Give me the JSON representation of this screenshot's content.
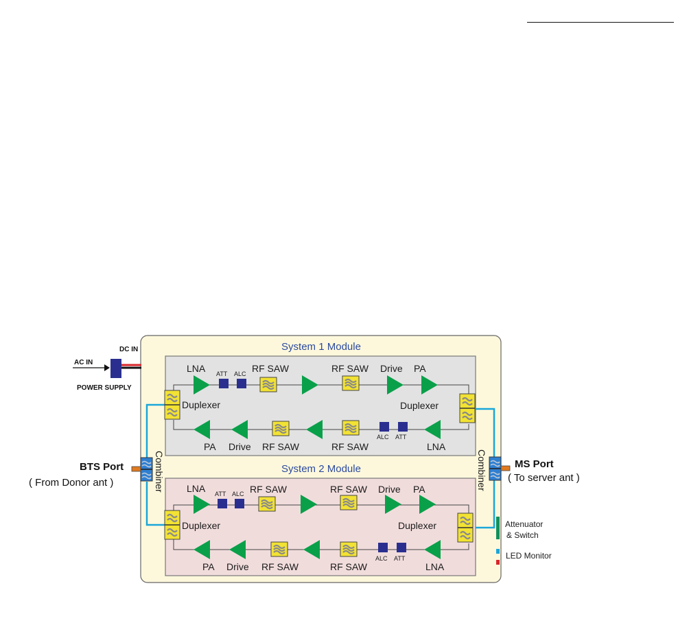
{
  "modules": {
    "m1_title": "System 1  Module",
    "m2_title": "System 2  Module"
  },
  "power": {
    "dc_in": "DC IN",
    "ac_in": "AC IN",
    "supply": "POWER SUPPLY"
  },
  "ports": {
    "bts_name": "BTS Port",
    "bts_sub": "( From Donor ant )",
    "ms_name": "MS Port",
    "ms_sub": "( To server ant )",
    "combiner": "Combiner"
  },
  "labels": {
    "lna": "LNA",
    "att": "ATT",
    "alc": "ALC",
    "rf_saw": "RF SAW",
    "drive": "Drive",
    "pa": "PA",
    "duplexer": "Duplexer"
  },
  "legend": {
    "attenuator_l1": "Attenuator",
    "attenuator_l2": "& Switch",
    "led": "LED Monitor"
  },
  "colors": {
    "amp": "#0aa04a",
    "att_box": "#2a2f8f",
    "filter_fill": "#f2e233",
    "outer_fill": "#fdf8dc",
    "m1_fill": "#e2e2e2",
    "m2_fill": "#f1dcdc",
    "wire": "#1aa6d9",
    "switch_green": "#11915c",
    "led_blue": "#1aa6d9",
    "led_red": "#d8262a"
  }
}
